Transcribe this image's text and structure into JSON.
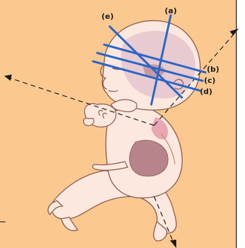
{
  "figure": {
    "background_color": "#fbc98f",
    "line_color": "#2a66c8",
    "skin_color": "#fde8df",
    "head_shade_color": "#e8cbd0",
    "organ_color": "#b8848c",
    "heart_color": "#e9a6b3"
  },
  "labels": {
    "a": "(a)",
    "b": "(b)",
    "c": "(c)",
    "d": "(d)",
    "e": "(e)"
  }
}
